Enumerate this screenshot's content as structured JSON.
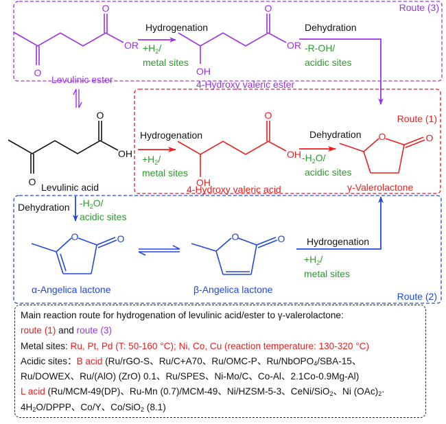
{
  "colors": {
    "route3": "#9b30e8",
    "route1": "#ee1c1c",
    "route2": "#1f47e0",
    "condition": "#2a9a2a",
    "text": "#111111"
  },
  "routes": {
    "route3": {
      "label": "Route (3)",
      "start": "Levulinic ester",
      "intermediate": "4-Hydroxy valeric ester",
      "step1": {
        "name": "Hydrogenation",
        "reagent": "+H",
        "reagent_sub": "2",
        "reagent_tail": "/",
        "catalyst": "metal sites"
      },
      "step2": {
        "name": "Dehydration",
        "reagent": "-R-OH/",
        "catalyst": "acidic sites"
      },
      "atoms": {
        "O_ketone": "O",
        "O_carbonyl": "O",
        "OR": "OR",
        "OH": "OH",
        "OR2": "OR",
        "O_carbonyl2": "O"
      }
    },
    "route1": {
      "label": "Route (1)",
      "start": "Levulinic acid",
      "intermediate": "4-Hydroxy valeric acid",
      "product": "γ-Valerolactone",
      "step1": {
        "name": "Hydrogenation",
        "reagent": "+H",
        "reagent_sub": "2",
        "reagent_tail": "/",
        "catalyst": "metal sites"
      },
      "step2": {
        "name": "Dehydration",
        "reagent": "-H",
        "reagent_sub": "2",
        "reagent_tail": "O/",
        "catalyst": "acidic sites"
      },
      "atoms": {
        "O_ketone": "O",
        "O_carbonyl": "O",
        "OH": "OH",
        "OH2": "OH",
        "O_carbonyl2": "O",
        "OH_acid": "OH",
        "O_ring": "O",
        "O_exo": "O"
      }
    },
    "route2": {
      "label": "Route (2)",
      "intermediate1": "α-Angelica lactone",
      "intermediate2": "β-Angelica lactone",
      "step1": {
        "name": "Dehydration",
        "reagent": "-H",
        "reagent_sub": "2",
        "reagent_tail": "O/",
        "catalyst": "acidic sites"
      },
      "step2": {
        "name": "Hydrogenation",
        "reagent": "+H",
        "reagent_sub": "2",
        "reagent_tail": "/",
        "catalyst": "metal sites"
      },
      "atoms": {
        "O_ring1": "O",
        "O_exo1": "O",
        "O_ring2": "O",
        "O_exo2": "O"
      }
    }
  },
  "info": {
    "title": "Main reaction route for hydrogenation of levulinic acid/ester to γ-valerolactone:",
    "route1_text": "route (1)",
    "and_text": " and ",
    "route3_text": "route (3)",
    "metal_label": "Metal sites: ",
    "metal_value": "Ru, Pt, Pd (T: 50-160 °C); Ni, Co, Cu (reaction temperature: 130-320 °C)",
    "acidic_label": "Acidic sites：",
    "b_acid_label": "B acid",
    "b_acid_line1_a": " (Ru/rGO-S、Ru/C+A70、Ru/OMC-P、Ru/NbOPO",
    "b_acid_line1_sub": "4",
    "b_acid_line1_b": "/SBA-15、",
    "b_acid_line2": "Ru/DOWEX、Ru/(AlO) (ZrO) 0.1、Ru/SPES、Ni-Mo/C、Co-Al、2.1Co-0.9Mg-Al)",
    "l_acid_label": "L acid",
    "l_acid_line1_a": " (Ru/MCM-49(DP)、Ru-Mn (0.7)/MCM-49、Ni/HZSM-5-3、CeNi/SiO",
    "l_acid_line1_sub1": "2",
    "l_acid_line1_b": "、Ni (OAc)",
    "l_acid_line1_sub2": "2",
    "l_acid_line1_c": "·",
    "l_acid_line2_a": "4H",
    "l_acid_line2_sub1": "2",
    "l_acid_line2_b": "O/DPPP、Co/Y、Co/SiO",
    "l_acid_line2_sub2": "2",
    "l_acid_line2_c": " (8.1)"
  }
}
